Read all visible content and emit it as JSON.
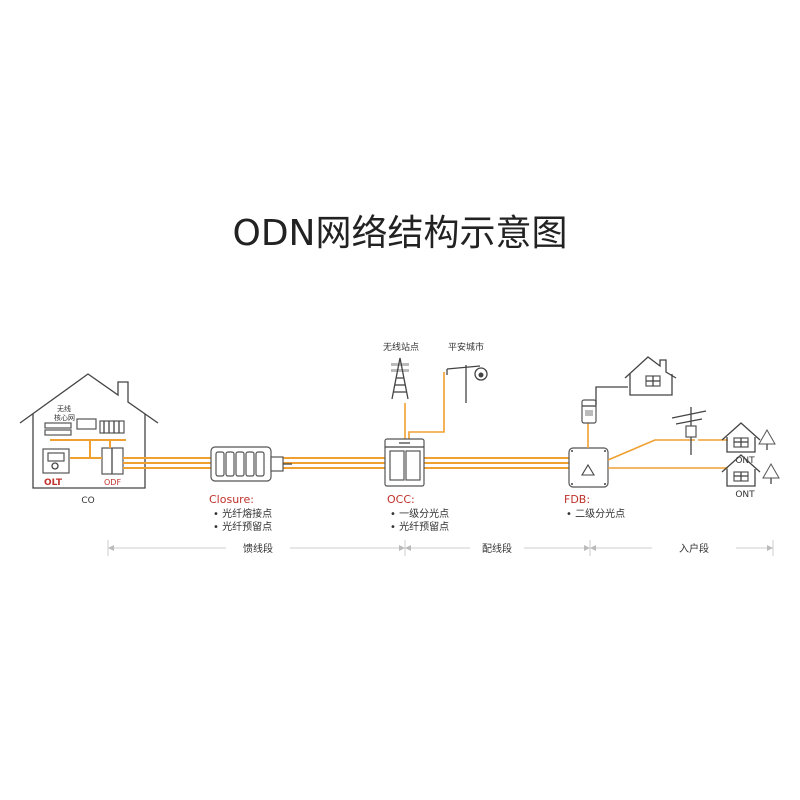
{
  "title": "ODN网络结构示意图",
  "co": {
    "label": "CO",
    "core_network_line1": "无线",
    "core_network_line2": "核心网",
    "olt_label": "OLT",
    "odf_label": "ODF"
  },
  "closure": {
    "name": "Closure:",
    "bullets": [
      "• 光纤熔接点",
      "• 光纤预留点"
    ]
  },
  "occ": {
    "name": "OCC:",
    "bullets": [
      "• 一级分光点",
      "• 光纤预留点"
    ]
  },
  "fdb": {
    "name": "FDB:",
    "bullets": [
      "• 二级分光点"
    ]
  },
  "top_labels": {
    "wireless_site": "无线站点",
    "safe_city": "平安城市"
  },
  "ont_labels": [
    "ONT",
    "ONT"
  ],
  "segments": {
    "feeder": "馈线段",
    "distribution": "配线段",
    "drop": "入户段"
  },
  "colors": {
    "fiber": "#f0a030",
    "accent_red": "#c0312b",
    "line": "#444444"
  }
}
